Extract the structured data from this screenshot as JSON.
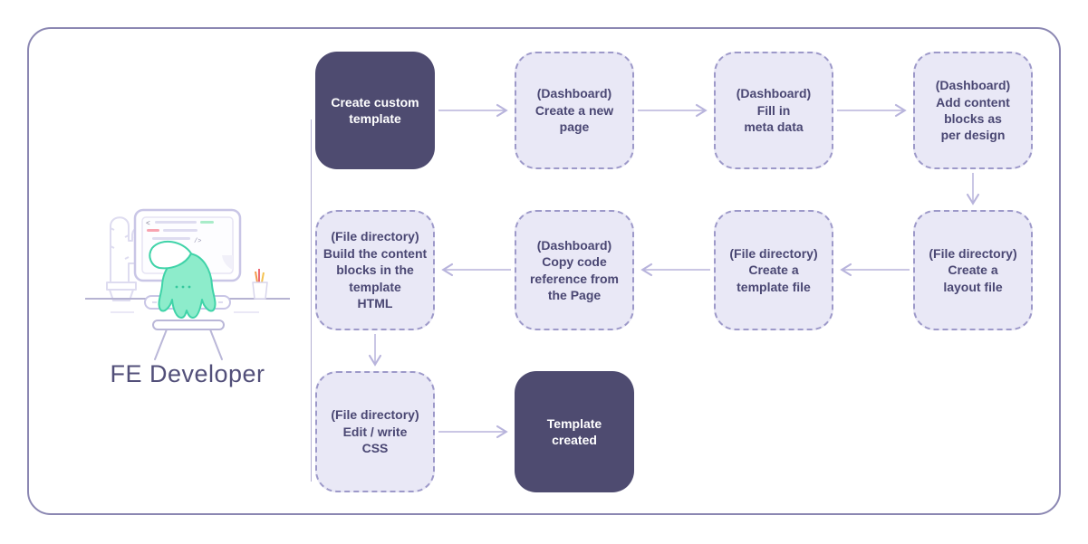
{
  "illustration": {
    "caption": "FE Developer",
    "icons": [
      "cactus-icon",
      "monitor-icon",
      "code-lines-icon",
      "mascot-icon",
      "keyboard-icon",
      "desk-icon",
      "pencil-cup-icon",
      "stool-icon"
    ]
  },
  "diagram": {
    "nodes": [
      {
        "id": "create-custom-template",
        "style": "solid",
        "text": "Create custom\ntemplate"
      },
      {
        "id": "create-new-page",
        "style": "dashed",
        "text": "(Dashboard)\nCreate a new\npage"
      },
      {
        "id": "fill-in-meta-data",
        "style": "dashed",
        "text": "(Dashboard)\nFill in\nmeta data"
      },
      {
        "id": "add-content-blocks",
        "style": "dashed",
        "text": "(Dashboard)\nAdd content\nblocks as\nper design"
      },
      {
        "id": "create-layout-file",
        "style": "dashed",
        "text": "(File directory)\nCreate a\nlayout file"
      },
      {
        "id": "create-template-file",
        "style": "dashed",
        "text": "(File directory)\nCreate a\ntemplate file"
      },
      {
        "id": "copy-code-reference",
        "style": "dashed",
        "text": "(Dashboard)\nCopy code\nreference from\nthe Page"
      },
      {
        "id": "build-content-blocks",
        "style": "dashed",
        "text": "(File directory)\nBuild the content\nblocks in the\ntemplate\nHTML"
      },
      {
        "id": "edit-write-css",
        "style": "dashed",
        "text": "(File directory)\nEdit / write\nCSS"
      },
      {
        "id": "template-created",
        "style": "solid",
        "text": "Template\ncreated"
      }
    ],
    "edges": [
      {
        "from": "create-custom-template",
        "to": "create-new-page"
      },
      {
        "from": "create-new-page",
        "to": "fill-in-meta-data"
      },
      {
        "from": "fill-in-meta-data",
        "to": "add-content-blocks"
      },
      {
        "from": "add-content-blocks",
        "to": "create-layout-file"
      },
      {
        "from": "create-layout-file",
        "to": "create-template-file"
      },
      {
        "from": "create-template-file",
        "to": "copy-code-reference"
      },
      {
        "from": "copy-code-reference",
        "to": "build-content-blocks"
      },
      {
        "from": "build-content-blocks",
        "to": "edit-write-css"
      },
      {
        "from": "edit-write-css",
        "to": "template-created"
      }
    ],
    "colors": {
      "frame_border": "#8b87b2",
      "divider": "#b3afd2",
      "solid_node_bg": "#4e4b70",
      "solid_node_text": "#ffffff",
      "dashed_node_bg": "#e9e8f6",
      "dashed_node_border": "#9d99c9",
      "dashed_node_text": "#4a4773",
      "arrow": "#b8b4dc",
      "caption_text": "#524f79",
      "mascot_fill": "#8deccb",
      "mascot_stroke": "#3fd3a8",
      "code_green": "#a9ecc9",
      "code_pink": "#f8a3b0",
      "code_gray": "#dedcf0"
    }
  }
}
